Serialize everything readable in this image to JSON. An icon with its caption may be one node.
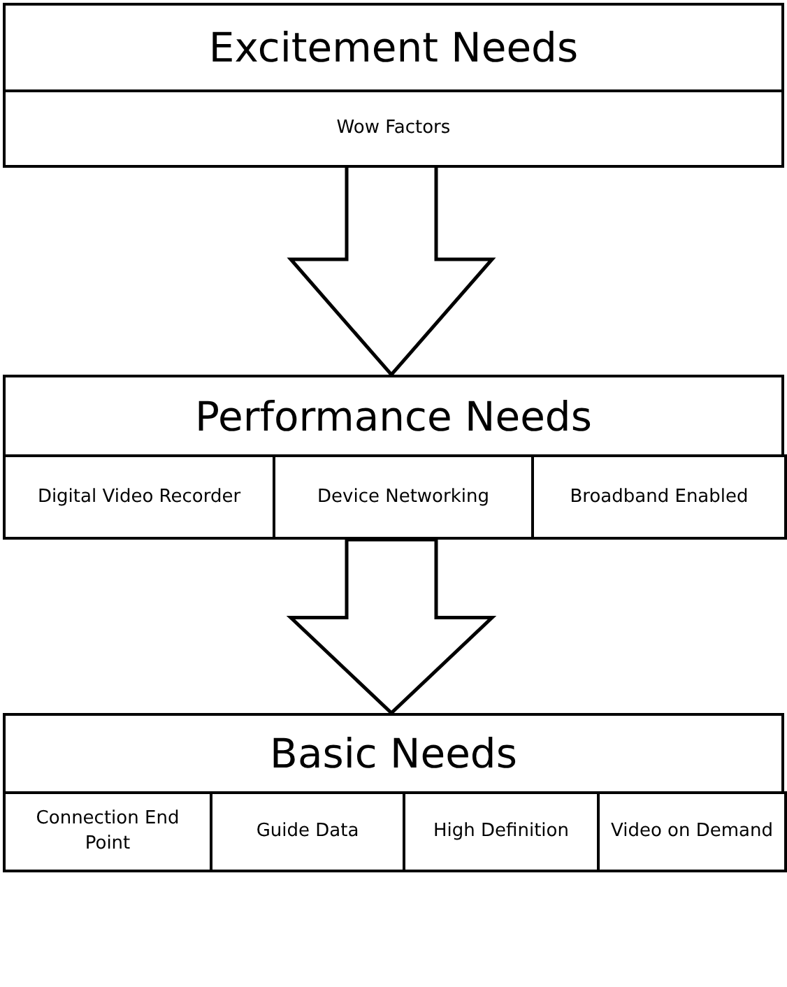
{
  "diagram": {
    "nodes": [
      {
        "text": [
          "Excitement Needs"
        ]
      },
      {
        "text": [
          "Wow Factors"
        ],
        "in": 0
      },
      {
        "text": [
          "Performance Needs"
        ]
      },
      {
        "text": [
          "Digital Video Recorder"
        ],
        "in": 2
      },
      {
        "text": [
          "Device Networking"
        ],
        "in": 2
      },
      {
        "text": [
          "Broadband Enabled"
        ],
        "in": 2
      },
      {
        "text": [
          "Basic Needs"
        ]
      },
      {
        "text": [
          "Connection End Point"
        ],
        "in": 6
      },
      {
        "text": [
          "Guide Data"
        ],
        "in": 6
      },
      {
        "text": [
          "High Definition"
        ],
        "in": 6
      },
      {
        "text": [
          "Video on Demand"
        ],
        "in": 6
      }
    ],
    "edges": [
      {
        "from": 0,
        "to": 2,
        "arrow": "to"
      },
      {
        "from": 2,
        "to": 6,
        "arrow": "to"
      }
    ]
  }
}
